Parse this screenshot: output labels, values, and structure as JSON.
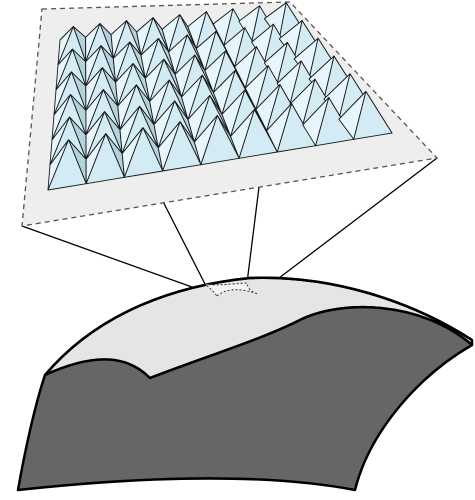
{
  "figure": {
    "kind": "zoomed surface texture illustration",
    "colors": {
      "inset_fill": "#eeeeee",
      "inset_border": "#555555",
      "pyramid_light": "#e6f6fc",
      "pyramid_mid": "#d2ebf4",
      "pyramid_dark": "#b3d2de",
      "pyramid_edge": "#1a1a1a",
      "surface_light": "#e5e5e5",
      "surface_dark": "#666666",
      "outline": "#000000"
    },
    "pyramid_grid": {
      "rows": 6,
      "columns": 9
    },
    "icons": [
      "pyramid-array-icon",
      "curved-surface-icon"
    ]
  }
}
